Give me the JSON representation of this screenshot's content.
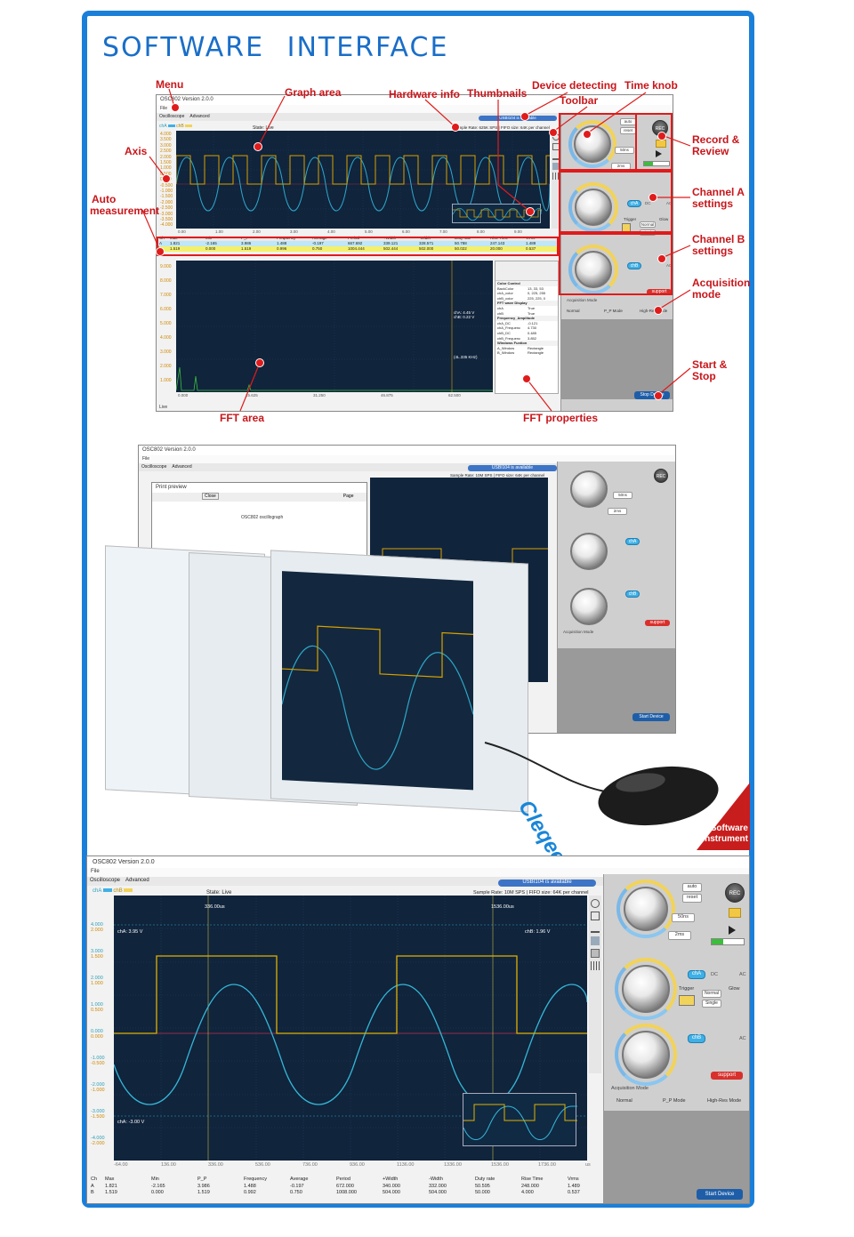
{
  "heading": "SOFTWARE INTERFACE",
  "colors": {
    "frame": "#1a7fd9",
    "annotation": "#c8161b",
    "chA": "#d08800",
    "chB": "#2a9fb8",
    "scope_bg": "#10243c"
  },
  "annotations": {
    "menu": "Menu",
    "graph_area": "Graph area",
    "hardware_info": "Hardware info",
    "thumbnails": "Thumbnails",
    "device_detecting": "Device detecting",
    "time_knob": "Time knob",
    "toolbar": "Toolbar",
    "axis": "Axis",
    "auto_measurement_1": "Auto",
    "auto_measurement_2": "measurement",
    "record_1": "Record &",
    "record_2": "Review",
    "channel_a_1": "Channel A",
    "channel_a_2": "settings",
    "channel_b_1": "Channel B",
    "channel_b_2": "settings",
    "acquisition_1": "Acquisition",
    "acquisition_2": "mode",
    "start_1": "Start &",
    "start_2": "Stop",
    "fft_area": "FFT area",
    "fft_properties": "FFT properties"
  },
  "app": {
    "title": "OSC802 Version 2.0.0",
    "menu_file": "File",
    "tab_oscilloscope": "Oscilloscope",
    "tab_advanced": "Advanced",
    "cha_label": "chA",
    "chb_label": "chB",
    "state": "State: Live",
    "device": "USBI104 is available",
    "hw_info_1": "Sample Rate: 625K SPS | FIFO size: 64K per channel",
    "hw_info_3": "Sample Rate: 10M SPS | FIFO size: 64K per channel",
    "auto": "auto",
    "reset": "reset",
    "rec": "REC",
    "time_1": "50ns",
    "time_2": "2ms",
    "time_3": "50ns",
    "time_4": "2ms",
    "dc": "DC",
    "ac": "AC",
    "trigger": "Trigger",
    "glow": "Glow",
    "normal": "Normal",
    "single": "Single",
    "support": "support",
    "acq_mode": "Acquisition Mode",
    "acq_normal": "Normal",
    "acq_pp": "P_P Mode",
    "acq_hires": "High-Res Mode",
    "stop_device": "Stop Device",
    "start_device": "Start Device",
    "status_live": "Live",
    "print_preview": "Print preview",
    "close": "Close",
    "page": "Page",
    "osc_graph": "OSC802 oscillograph"
  },
  "measurements": {
    "headers": [
      "Ch",
      "Max",
      "Min",
      "P_P",
      "Frequency",
      "Average",
      "Period",
      "+Width",
      "-Width",
      "Duty rate",
      "Rise Time",
      "Vrms"
    ],
    "rowA": [
      "A",
      "1.821",
      "-2.165",
      "3.986",
      "1.488",
      "-0.197",
      "667.692",
      "339.121",
      "328.571",
      "50.788",
      "247.143",
      "1.489"
    ],
    "rowB": [
      "B",
      "1.519",
      "0.000",
      "1.519",
      "0.996",
      "0.750",
      "1004.444",
      "502.444",
      "502.000",
      "50.022",
      "20.000",
      "0.537"
    ],
    "rowA3": [
      "A",
      "1.821",
      "-2.165",
      "3.986",
      "1.488",
      "-0.197",
      "672.000",
      "340.000",
      "332.000",
      "50.595",
      "248.000",
      "1.489"
    ],
    "rowB3": [
      "B",
      "1.519",
      "0.000",
      "1.519",
      "0.992",
      "0.750",
      "1008.000",
      "504.000",
      "504.000",
      "50.000",
      "4.000",
      "0.537"
    ]
  },
  "axis_ticks_1": [
    "4.000",
    "3.500",
    "3.000",
    "2.500",
    "2.000",
    "1.500",
    "1.000",
    "0.500",
    "0.000",
    "-0.500",
    "-1.000",
    "-1.500",
    "-2.000",
    "-2.500",
    "-3.000",
    "-3.500",
    "-4.000"
  ],
  "x_ticks_1": [
    "0.00",
    "1.00",
    "2.00",
    "3.00",
    "4.00",
    "5.00",
    "6.00",
    "7.00",
    "8.00",
    "9.00"
  ],
  "fft_ticks": [
    "9.000",
    "8.000",
    "7.000",
    "6.000",
    "5.000",
    "4.000",
    "3.000",
    "2.000",
    "1.000"
  ],
  "fft_x": [
    "0.000",
    "15.625",
    "31.250",
    "46.875",
    "62.500"
  ],
  "fft_marker": "chA: 4.45 V\nchB: 0.22 V",
  "fft_khz": "(4L.335 KHz)",
  "fft_props": [
    [
      "Color Control",
      ""
    ],
    [
      "BackColor",
      "13, 33, 53"
    ],
    [
      "chA_color",
      "0, 225, 255"
    ],
    [
      "chB_color",
      "225, 225, 0"
    ],
    [
      "FFT wave Display",
      ""
    ],
    [
      "chA",
      "True"
    ],
    [
      "chB",
      "True"
    ],
    [
      "Frequency_Amplitude",
      ""
    ],
    [
      "chA_DC",
      "-0.121"
    ],
    [
      "chA_Frequenc",
      "4.730"
    ],
    [
      "chB_DC",
      "0.485"
    ],
    [
      "chB_Frequenc",
      "3.852"
    ],
    [
      "Windows Funtion",
      ""
    ],
    [
      "A_Window",
      "Rectangle"
    ],
    [
      "B_Window",
      "Rectangle"
    ]
  ],
  "big": {
    "cursor1": "336.00us",
    "cursor2": "1536.00us",
    "cha_top": "chA: 3.95 V",
    "chb_top": "chB: 1.96 V",
    "cha_bot": "chA: -3.00 V",
    "x_ticks": [
      "-64.00",
      "136.00",
      "336.00",
      "536.00",
      "736.00",
      "936.00",
      "1136.00",
      "1336.00",
      "1536.00",
      "1736.00",
      "us"
    ],
    "y_ticks": [
      "4.000",
      "3.000",
      "2.000",
      "1.000",
      "0.000",
      "-1.000",
      "-2.000",
      "-3.000",
      "-4.000"
    ],
    "y_ticks2": [
      "2.000",
      "1.500",
      "1.000",
      "0.500",
      "0.000",
      "-0.500",
      "-1.000",
      "-1.500",
      "-2.000"
    ]
  },
  "badge": {
    "line1": "Software",
    "line2": "instrument"
  },
  "brand": "Cleqee"
}
